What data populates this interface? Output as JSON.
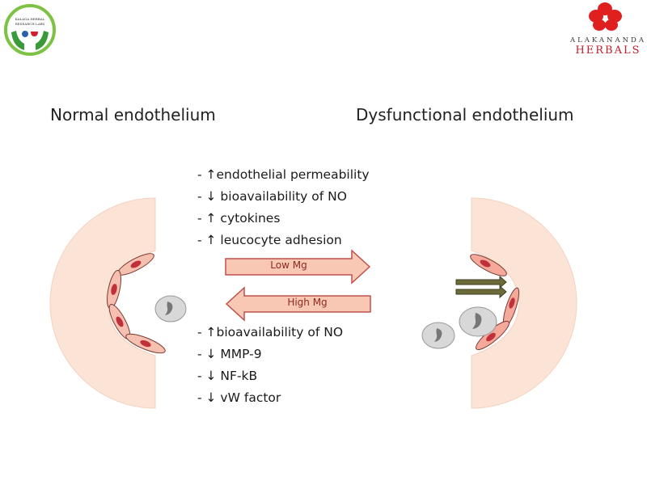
{
  "logos": {
    "left": {
      "text": "KALAGA HERBAL RESEARCH LABS",
      "ring_color": "#7cc243"
    },
    "right": {
      "line1": "ALAKANANDA",
      "line2": "HERBALS",
      "flower_color": "#e0201f"
    }
  },
  "titles": {
    "normal": "Normal endothelium",
    "dysfunctional": "Dysfunctional endothelium"
  },
  "low_mg_effects": [
    "- ↑endothelial permeability",
    "- ↓ bioavailability of NO",
    "- ↑ cytokines",
    "- ↑ leucocyte adhesion"
  ],
  "arrows": {
    "low": "Low Mg",
    "high": "High Mg"
  },
  "high_mg_effects": [
    "- ↑bioavailability of NO",
    "- ↓ MMP-9",
    "- ↓ NF-kB",
    "- ↓ vW factor"
  ],
  "colors": {
    "vessel": "#fbe3d6",
    "cell": "#f4a99a",
    "nucleus": "#c0303a",
    "arrow_fill": "#f8c8b4",
    "arrow_stroke": "#c0504d"
  }
}
